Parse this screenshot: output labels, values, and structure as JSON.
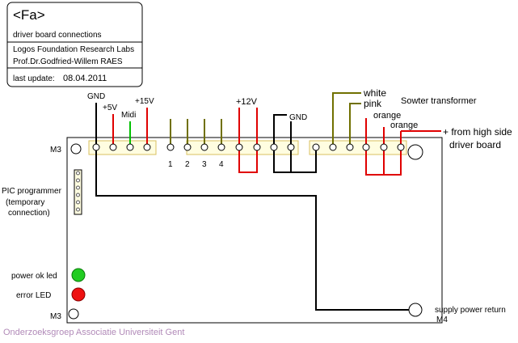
{
  "title_box": {
    "title": "<Fa>",
    "subtitle": "driver board connections",
    "org_line1": "Logos Foundation Research Labs",
    "org_line2": "Prof.Dr.Godfried-Willem RAES",
    "update_label": "last update:",
    "update_date": "08.04.2011"
  },
  "labels": {
    "gnd_left": "GND",
    "plus5v": "+5V",
    "midi": "Midi",
    "plus15v": "+15V",
    "plus12v": "+12V",
    "gnd_mid": "GND",
    "white": "white",
    "pink": "pink",
    "orange1": "orange",
    "orange2": "orange",
    "sowter": "Sowter transformer",
    "high_side_1": "+ from high side",
    "high_side_2": "driver board",
    "m3_top": "M3",
    "m3_bottom": "M3",
    "m4": "M4",
    "pic_1": "PIC programmer",
    "pic_2": "(temporary",
    "pic_3": "connection)",
    "power_ok": "power ok led",
    "error_led": "error LED",
    "supply_return": "supply power return",
    "pin1": "1",
    "pin2": "2",
    "pin3": "3",
    "pin4": "4"
  },
  "colors": {
    "red": "#e00000",
    "olive": "#707000",
    "green": "#00c000",
    "black": "#000000",
    "connector_fill": "#fffde0",
    "connector_stroke": "#d8c060",
    "led_green": "#22cc22",
    "led_red": "#ee1111"
  },
  "footer": "Onderzoeksgroep Associatie Universiteit Gent"
}
